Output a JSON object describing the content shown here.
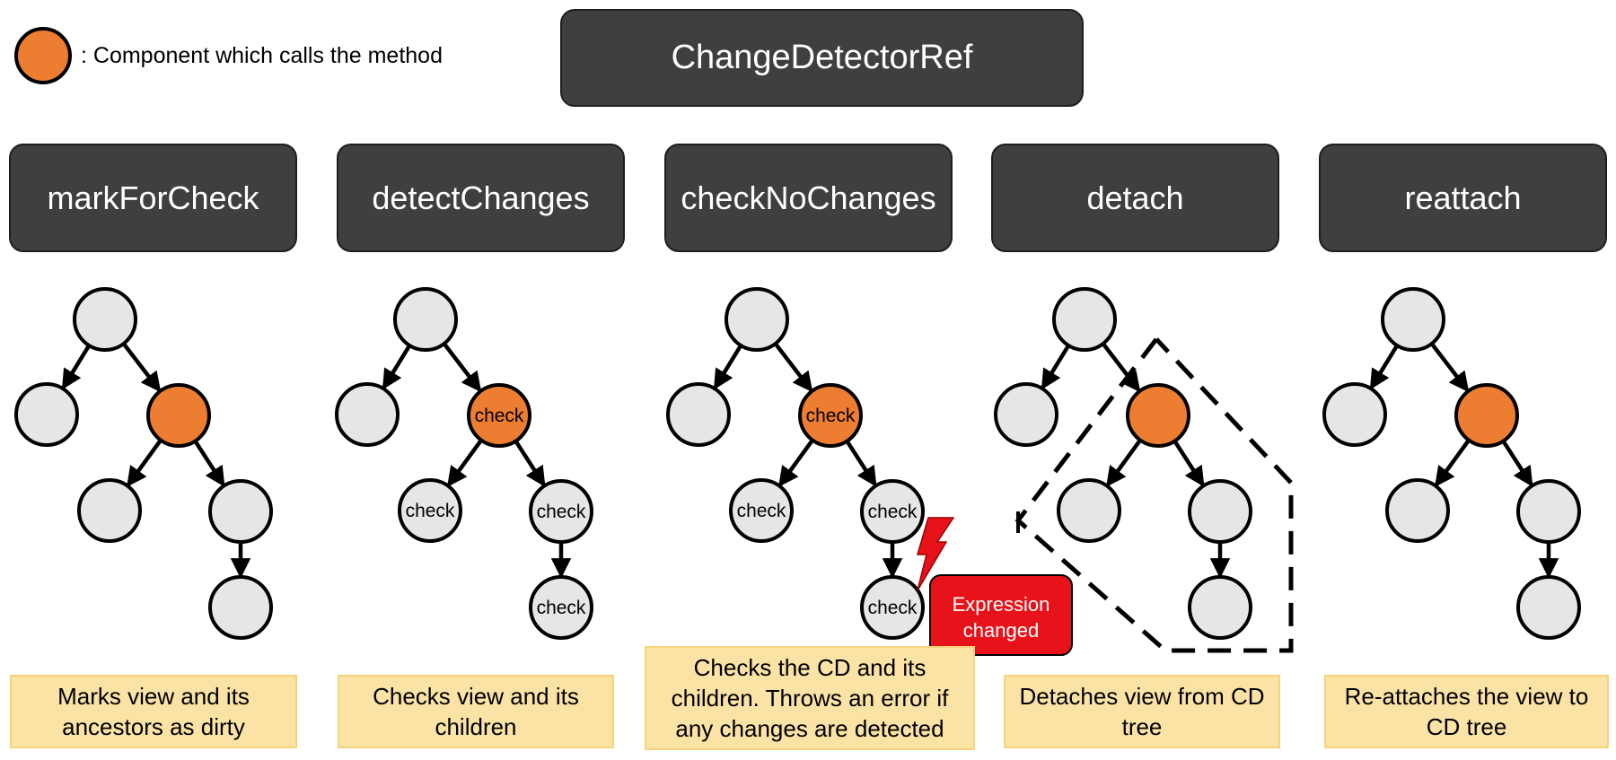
{
  "legend": {
    "text": ": Component which calls the method"
  },
  "title": "ChangeDetectorRef",
  "colors": {
    "highlight": "#ed7d31",
    "node": "#e6e6e6",
    "box": "#3f3f3f",
    "desc": "#fbe3a6",
    "error": "#e8131a"
  },
  "methods": [
    {
      "name": "markForCheck",
      "description": "Marks view and its ancestors as dirty",
      "node_labels": [
        "",
        "",
        "",
        "",
        "",
        ""
      ]
    },
    {
      "name": "detectChanges",
      "description": "Checks view and its children",
      "node_labels": [
        "",
        "",
        "check",
        "check",
        "check",
        "check"
      ]
    },
    {
      "name": "checkNoChanges",
      "description": "Checks the CD and its children. Throws an error if any changes are detected",
      "node_labels": [
        "",
        "",
        "check",
        "check",
        "check",
        "check"
      ]
    },
    {
      "name": "detach",
      "description": "Detaches view from CD tree",
      "node_labels": [
        "",
        "",
        "",
        "",
        "",
        ""
      ]
    },
    {
      "name": "reattach",
      "description": "Re-attaches the view to CD tree",
      "node_labels": [
        "",
        "",
        "",
        "",
        "",
        ""
      ]
    }
  ],
  "error": {
    "text_line1": "Expression",
    "text_line2": "changed"
  }
}
